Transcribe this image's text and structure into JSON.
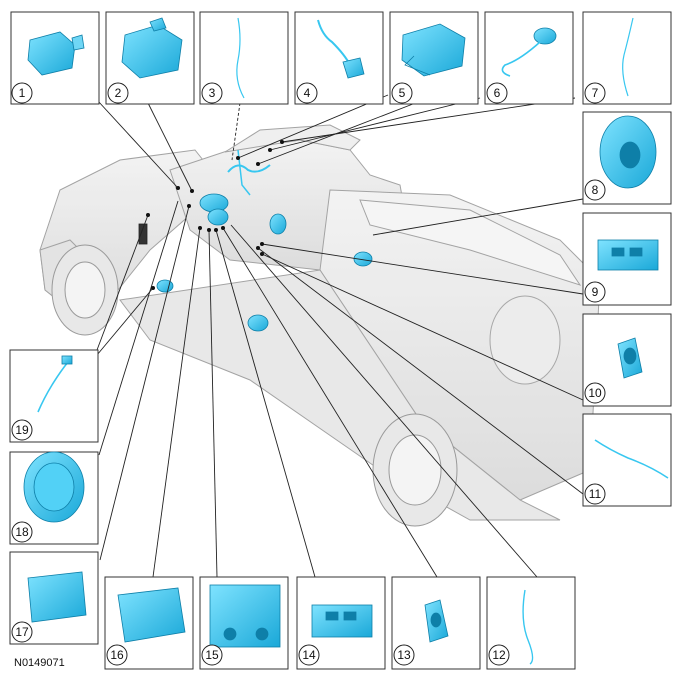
{
  "figure_id": "N0149071",
  "part_labels": [
    "1",
    "2",
    "3",
    "4",
    "5",
    "6",
    "7",
    "8",
    "9",
    "10",
    "11",
    "12",
    "13",
    "14",
    "15",
    "16",
    "17",
    "18",
    "19"
  ],
  "part_color": "#38c7f0"
}
